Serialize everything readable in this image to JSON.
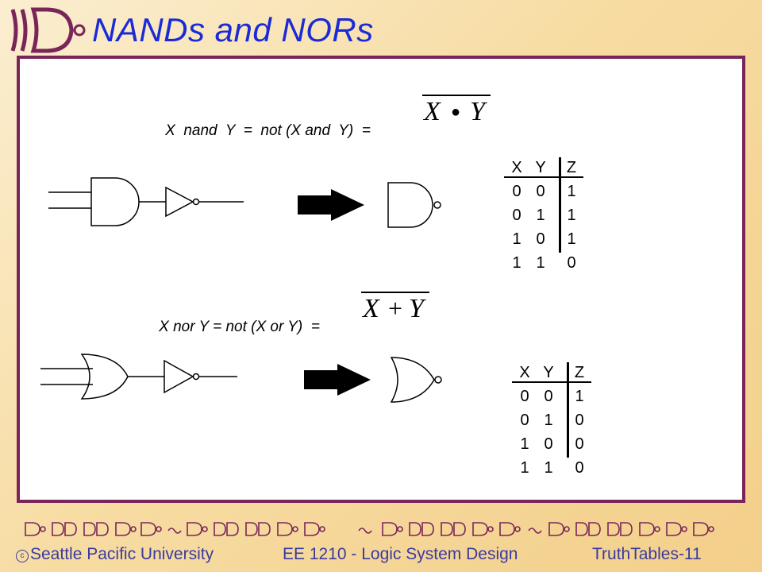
{
  "slide": {
    "title": "NANDs and NORs"
  },
  "nand_section": {
    "equation_text": "X  nand  Y  =  not (X and  Y)  =",
    "formula_x": "X",
    "formula_op": "●",
    "formula_y": "Y",
    "table": {
      "headers": [
        "X",
        "Y",
        "Z"
      ],
      "rows": [
        [
          "0",
          "0",
          "1"
        ],
        [
          "0",
          "1",
          "1"
        ],
        [
          "1",
          "0",
          "1"
        ],
        [
          "1",
          "1",
          "0"
        ]
      ]
    }
  },
  "nor_section": {
    "equation_text": "X nor Y = not (X or Y)  =",
    "formula_x": "X",
    "formula_op": "+",
    "formula_y": "Y",
    "table": {
      "headers": [
        "X",
        "Y",
        "Z"
      ],
      "rows": [
        [
          "0",
          "0",
          "1"
        ],
        [
          "0",
          "1",
          "0"
        ],
        [
          "1",
          "0",
          "0"
        ],
        [
          "1",
          "1",
          "0"
        ]
      ]
    }
  },
  "footer": {
    "university": "Seattle Pacific University",
    "course": "EE 1210 - Logic System Design",
    "slide_id": "TruthTables-11"
  },
  "icons": {
    "logo": "nand-gate-logo-icon",
    "arrow": "right-arrow-icon",
    "copyright": "copyright-icon"
  },
  "colors": {
    "title": "#1a2bd6",
    "panel_border": "#7a2559",
    "footer_text": "#3a3aa0"
  }
}
